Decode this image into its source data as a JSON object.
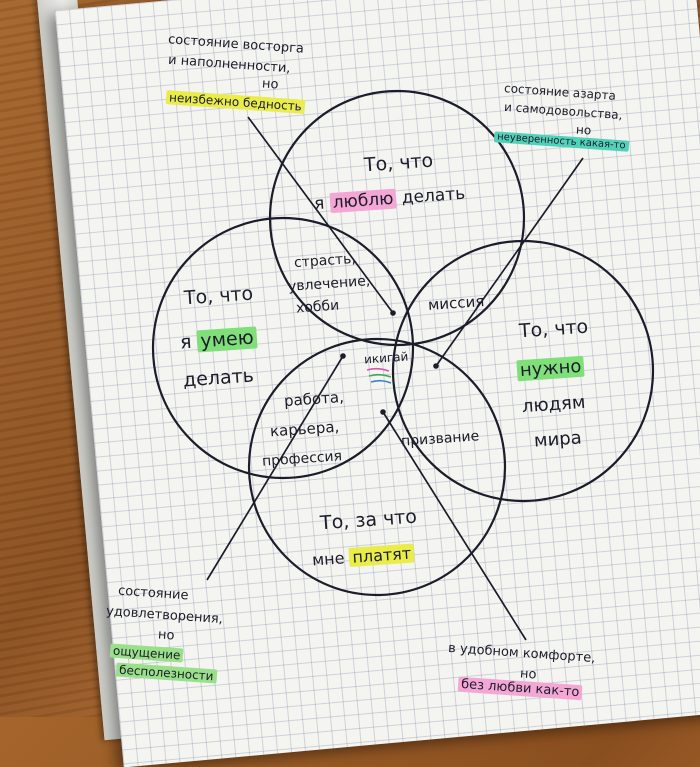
{
  "circles": {
    "top": {
      "line1": "То, что",
      "line2_pre": "я",
      "line2_mark": "люблю",
      "line2_post": "делать",
      "mark_color": "#f4a7d4"
    },
    "left": {
      "line1": "То, что",
      "line2_pre": "я",
      "line2_mark": "умею",
      "line3": "делать",
      "mark_color": "#7fe07a"
    },
    "right": {
      "line1": "То, что",
      "line2_mark": "нужно",
      "line3": "людям",
      "line4": "мира",
      "mark_color": "#7fe07a"
    },
    "bottom": {
      "line1": "То, за что",
      "line2_pre": "мне",
      "line2_mark": "платят",
      "mark_color": "#e9ec49"
    }
  },
  "overlaps": {
    "passion": [
      "страсть,",
      "увлечение,",
      "хобби"
    ],
    "mission": "миссия",
    "profession": [
      "работа,",
      "карьера,",
      "профессия"
    ],
    "vocation": "призвание",
    "center": "икигай"
  },
  "annotations": {
    "top_left": {
      "lines": [
        "состояние восторга",
        "и наполненности,",
        "но"
      ],
      "marked": "неизбежно бедность",
      "mark_color": "#e9ec49"
    },
    "top_right": {
      "lines": [
        "состояние азарта",
        "и самодовольства,",
        "но"
      ],
      "marked": "неуверенность какая-то",
      "mark_color": "#4fd2b8"
    },
    "bottom_left": {
      "lines": [
        "состояние",
        "удовлетворения,",
        "но"
      ],
      "marked": [
        "ощущение",
        "бесполезности"
      ],
      "mark_color": "#9ae08a"
    },
    "bottom_right": {
      "lines": [
        "в удобном комфорте,",
        "но"
      ],
      "marked": "без любви как-то",
      "mark_color": "#f4a7d4"
    }
  }
}
